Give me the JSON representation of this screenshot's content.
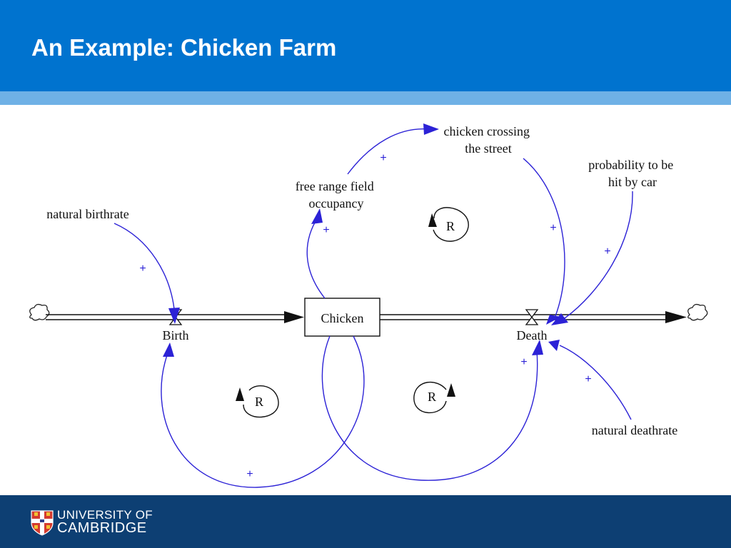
{
  "slide": {
    "title": "An Example: Chicken Farm"
  },
  "diagram": {
    "stock": "Chicken",
    "flows": {
      "inflow": "Birth",
      "outflow": "Death"
    },
    "variables": {
      "natural_birthrate": "natural birthrate",
      "free_range": [
        "free range field",
        "occupancy"
      ],
      "crossing": [
        "chicken crossing",
        "the street"
      ],
      "probability": [
        "probability to be",
        "hit by car"
      ],
      "natural_deathrate": "natural deathrate"
    },
    "polarity_symbol": "+",
    "loop_symbol": "R"
  },
  "colors": {
    "header": "#0073cf",
    "header_stripe": "#6fb1e6",
    "footer": "#0d3f73",
    "link": "#2c22d6"
  },
  "footer": {
    "university_line1": "UNIVERSITY OF",
    "university_line2": "CAMBRIDGE"
  }
}
